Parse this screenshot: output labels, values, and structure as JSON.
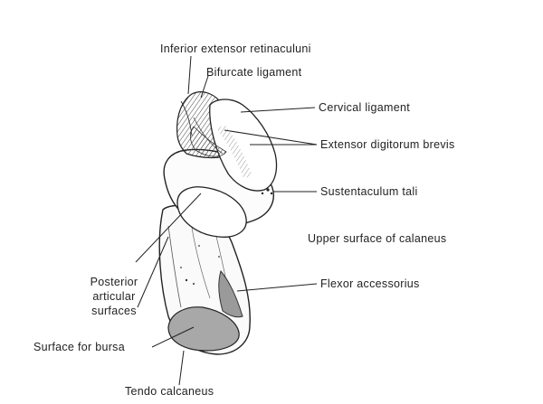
{
  "figure": {
    "labels": {
      "inferior_extensor_retinaculum": "Inferior extensor retinaculuni",
      "bifurcate_ligament": "Bifurcate ligament",
      "cervical_ligament": "Cervical ligament",
      "extensor_digitorum_brevis": "Extensor digitorum brevis",
      "sustentaculum_tali": "Sustentaculum tali",
      "upper_surface": "Upper surface of calaneus",
      "flexor_accessorius": "Flexor accessorius",
      "posterior_articular_line1": "Posterior",
      "posterior_articular_line2": "articular",
      "posterior_articular_line3": "surfaces",
      "surface_for_bursa": "Surface for bursa",
      "tendo_calcaneus": "Tendo calcaneus"
    }
  }
}
